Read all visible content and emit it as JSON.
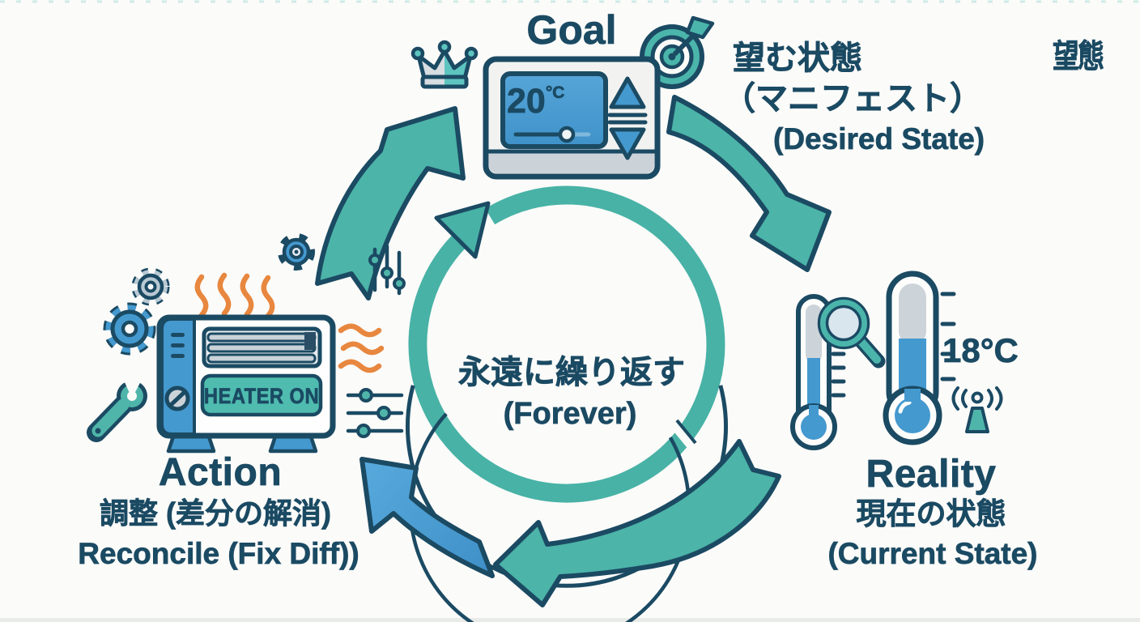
{
  "palette": {
    "teal": "#4CB4A8",
    "blue": "#4499CF",
    "navy": "#1B4A63",
    "orange": "#E8873F",
    "gray": "#CCD4DA",
    "background": "#FBFBF9"
  },
  "goal": {
    "title": "Goal",
    "thermostat_value": "20",
    "thermostat_unit": "°C"
  },
  "desired_state": {
    "line_jp": "望む状態",
    "line_jp2": "（マニフェスト）",
    "line_en": "(Desired State)"
  },
  "corner_artifact": {
    "text": "望態"
  },
  "reality": {
    "title": "Reality",
    "line_jp": "現在の状態",
    "line_en": "(Current State)",
    "temperature": "18°C"
  },
  "action": {
    "title": "Action",
    "line_jp": "調整 (差分の解消)",
    "line_en": "Reconcile (Fix Diff))",
    "heater_label": "HEATER ON"
  },
  "loop": {
    "line_jp": "永遠に繰り返す",
    "line_en": "(Forever)"
  },
  "icons": {
    "crown-icon": "crown",
    "target-icon": "target-with-dart",
    "thermostat-icon": "wall-thermostat",
    "gear-large-icon": "gear",
    "gear-small-icon": "gear",
    "knob-gear-icon": "gear-knob",
    "wrench-icon": "wrench",
    "sliders-vertical-icon": "vertical-sliders",
    "sliders-horizontal-icon": "horizontal-sliders",
    "heater-icon": "space-heater",
    "heat-waves-icon": "heat-waves",
    "thermometer-small-icon": "thermometer-with-magnifier",
    "magnifier-icon": "magnifying-glass",
    "thermometer-large-icon": "thermometer",
    "sensor-icon": "wireless-sensor",
    "loop-ring-icon": "circular-loop-arrow"
  }
}
